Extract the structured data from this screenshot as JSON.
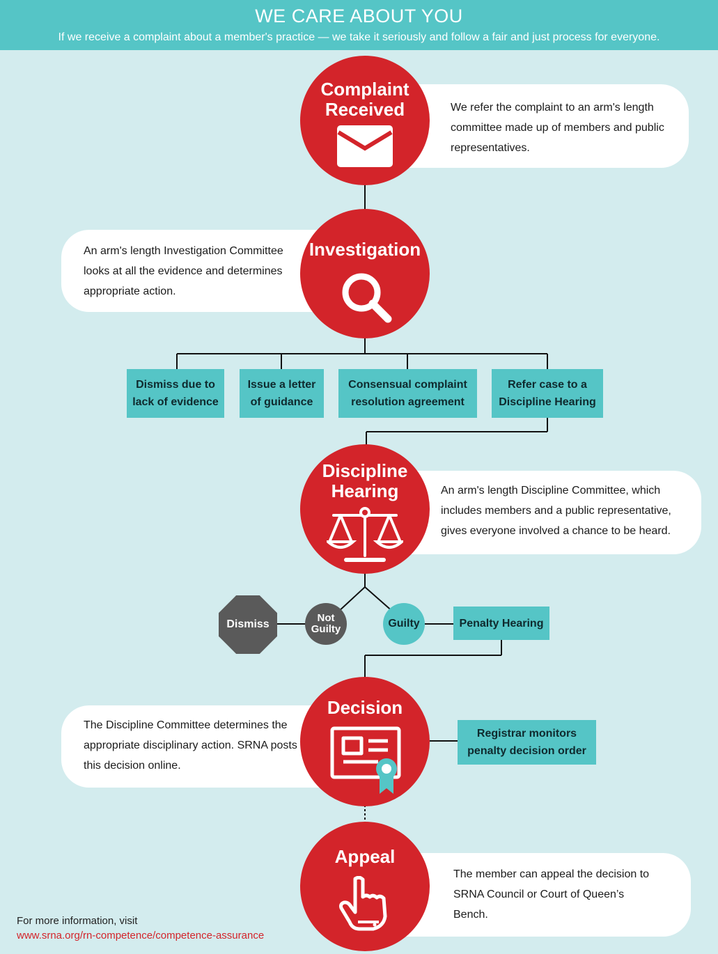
{
  "header": {
    "title": "WE CARE ABOUT YOU",
    "subtitle": "If we receive a complaint about a member's practice — we take it seriously and follow a fair and just process for everyone."
  },
  "steps": {
    "complaint": {
      "title": "Complaint\nReceived",
      "icon": "envelope-icon",
      "text": "We refer the complaint to an arm's length committee made up of members and public representatives."
    },
    "investigation": {
      "title": "Investigation",
      "icon": "magnifier-icon",
      "text": "An arm's length Investigation Committee looks at all the evidence and determines appropriate action."
    },
    "hearing": {
      "title": "Discipline\nHearing",
      "icon": "scales-icon",
      "text": "An arm's length Discipline Committee, which includes members and a public representative, gives everyone involved a chance to be heard."
    },
    "decision": {
      "title": "Decision",
      "icon": "certificate-icon",
      "text": "The Discipline Committee determines the appropriate disciplinary action. SRNA posts this decision online."
    },
    "appeal": {
      "title": "Appeal",
      "icon": "pointing-hand-icon",
      "text": "The member can appeal the decision to SRNA Council or Court of Queen’s Bench."
    }
  },
  "investigation_outcomes": [
    "Dismiss due to\nlack of evidence",
    "Issue a letter\nof guidance",
    "Consensual complaint\nresolution agreement",
    "Refer case to a\nDiscipline Hearing"
  ],
  "hearing_outcomes": {
    "dismiss": "Dismiss",
    "not_guilty": "Not\nGuilty",
    "guilty": "Guilty",
    "penalty": "Penalty Hearing"
  },
  "decision_side": "Registrar monitors\npenalty decision order",
  "footer": {
    "label": "For more information, visit",
    "link": "www.srna.org/rn-competence/competence-assurance"
  },
  "colors": {
    "red": "#d3242a",
    "teal": "#55c5c6",
    "background": "#d3ecee",
    "gray": "#5a5a5a"
  }
}
